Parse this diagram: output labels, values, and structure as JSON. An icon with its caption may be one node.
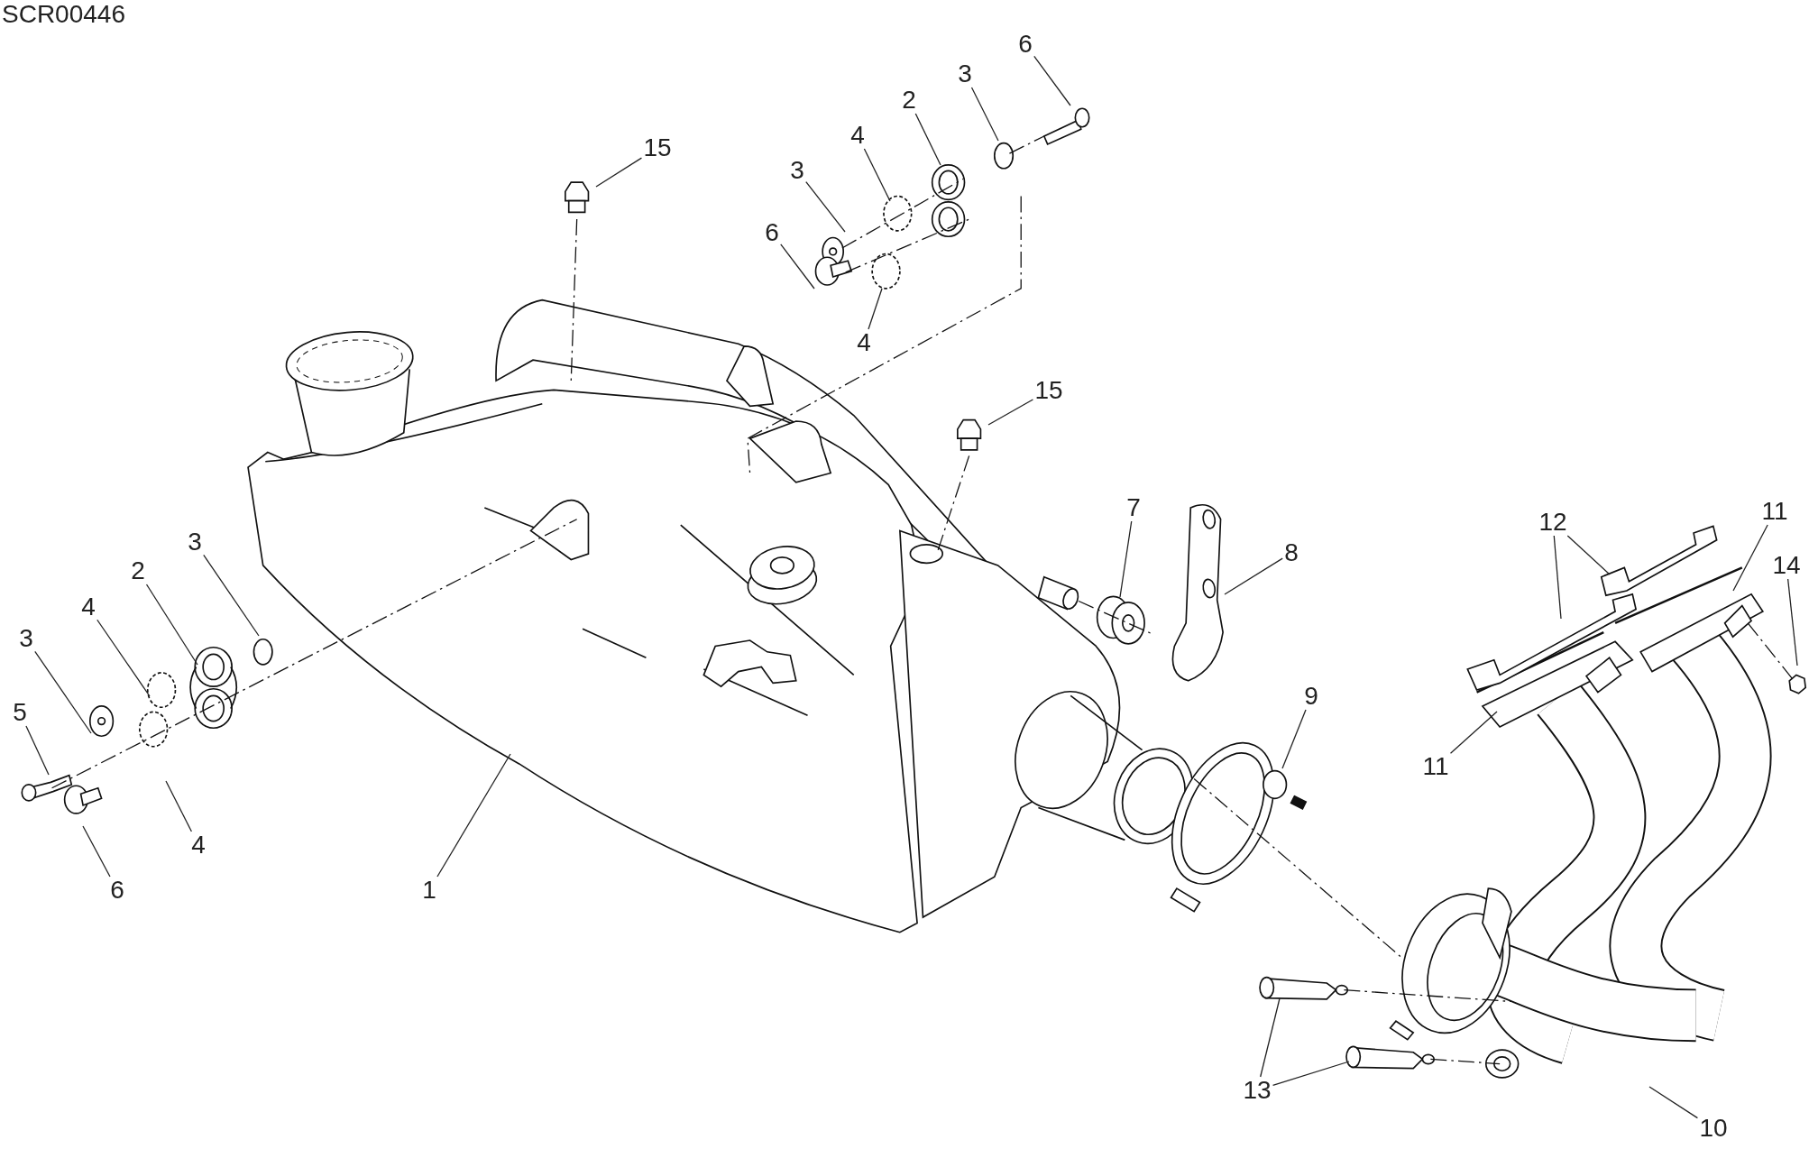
{
  "diagram": {
    "nodes": [
      {
        "text": [
          "15"
        ]
      },
      {
        "text": [
          "6"
        ]
      },
      {
        "text": [
          "3"
        ]
      },
      {
        "text": [
          "2"
        ]
      },
      {
        "text": [
          "4"
        ]
      },
      {
        "text": [
          "3"
        ]
      },
      {
        "text": [
          "6"
        ]
      },
      {
        "text": [
          "4"
        ]
      },
      {
        "text": [
          "15"
        ]
      },
      {
        "text": [
          "7"
        ]
      },
      {
        "text": [
          "8"
        ]
      },
      {
        "text": [
          "3"
        ]
      },
      {
        "text": [
          "2"
        ]
      },
      {
        "text": [
          "4"
        ]
      },
      {
        "text": [
          "3"
        ]
      },
      {
        "text": [
          "5"
        ]
      },
      {
        "text": [
          "6"
        ]
      },
      {
        "text": [
          "4"
        ]
      },
      {
        "text": [
          "1"
        ]
      },
      {
        "text": [
          "9"
        ]
      },
      {
        "text": [
          "12"
        ]
      },
      {
        "text": [
          "11"
        ]
      },
      {
        "text": [
          "14"
        ]
      },
      {
        "text": [
          "11"
        ]
      },
      {
        "text": [
          "13"
        ]
      },
      {
        "text": [
          "10"
        ]
      }
    ],
    "edges": [
      {
        "from": 0,
        "to": null,
        "arrow": "none"
      },
      {
        "from": 1,
        "to": null,
        "arrow": "none"
      },
      {
        "from": 2,
        "to": null,
        "arrow": "none"
      },
      {
        "from": 3,
        "to": null,
        "arrow": "none"
      },
      {
        "from": 4,
        "to": null,
        "arrow": "none"
      },
      {
        "from": 5,
        "to": null,
        "arrow": "none"
      },
      {
        "from": 6,
        "to": null,
        "arrow": "none"
      },
      {
        "from": 7,
        "to": null,
        "arrow": "none"
      },
      {
        "from": 8,
        "to": null,
        "arrow": "none"
      },
      {
        "from": 9,
        "to": null,
        "arrow": "none"
      },
      {
        "from": 10,
        "to": null,
        "arrow": "none"
      },
      {
        "from": 11,
        "to": null,
        "arrow": "none"
      },
      {
        "from": 12,
        "to": null,
        "arrow": "none"
      },
      {
        "from": 13,
        "to": null,
        "arrow": "none"
      },
      {
        "from": 14,
        "to": null,
        "arrow": "none"
      },
      {
        "from": 15,
        "to": null,
        "arrow": "none"
      },
      {
        "from": 16,
        "to": null,
        "arrow": "none"
      },
      {
        "from": 17,
        "to": null,
        "arrow": "none"
      },
      {
        "from": 18,
        "to": null,
        "arrow": "none"
      },
      {
        "from": 19,
        "to": null,
        "arrow": "none"
      },
      {
        "from": 20,
        "to": null,
        "arrow": "none"
      },
      {
        "from": 20,
        "to": null,
        "arrow": "none"
      },
      {
        "from": 21,
        "to": null,
        "arrow": "none"
      },
      {
        "from": 22,
        "to": null,
        "arrow": "none"
      },
      {
        "from": 23,
        "to": null,
        "arrow": "none"
      },
      {
        "from": 24,
        "to": null,
        "arrow": "none"
      },
      {
        "from": 24,
        "to": null,
        "arrow": "none"
      },
      {
        "from": 25,
        "to": null,
        "arrow": "none"
      }
    ],
    "labels": [
      "SCR00446"
    ]
  }
}
